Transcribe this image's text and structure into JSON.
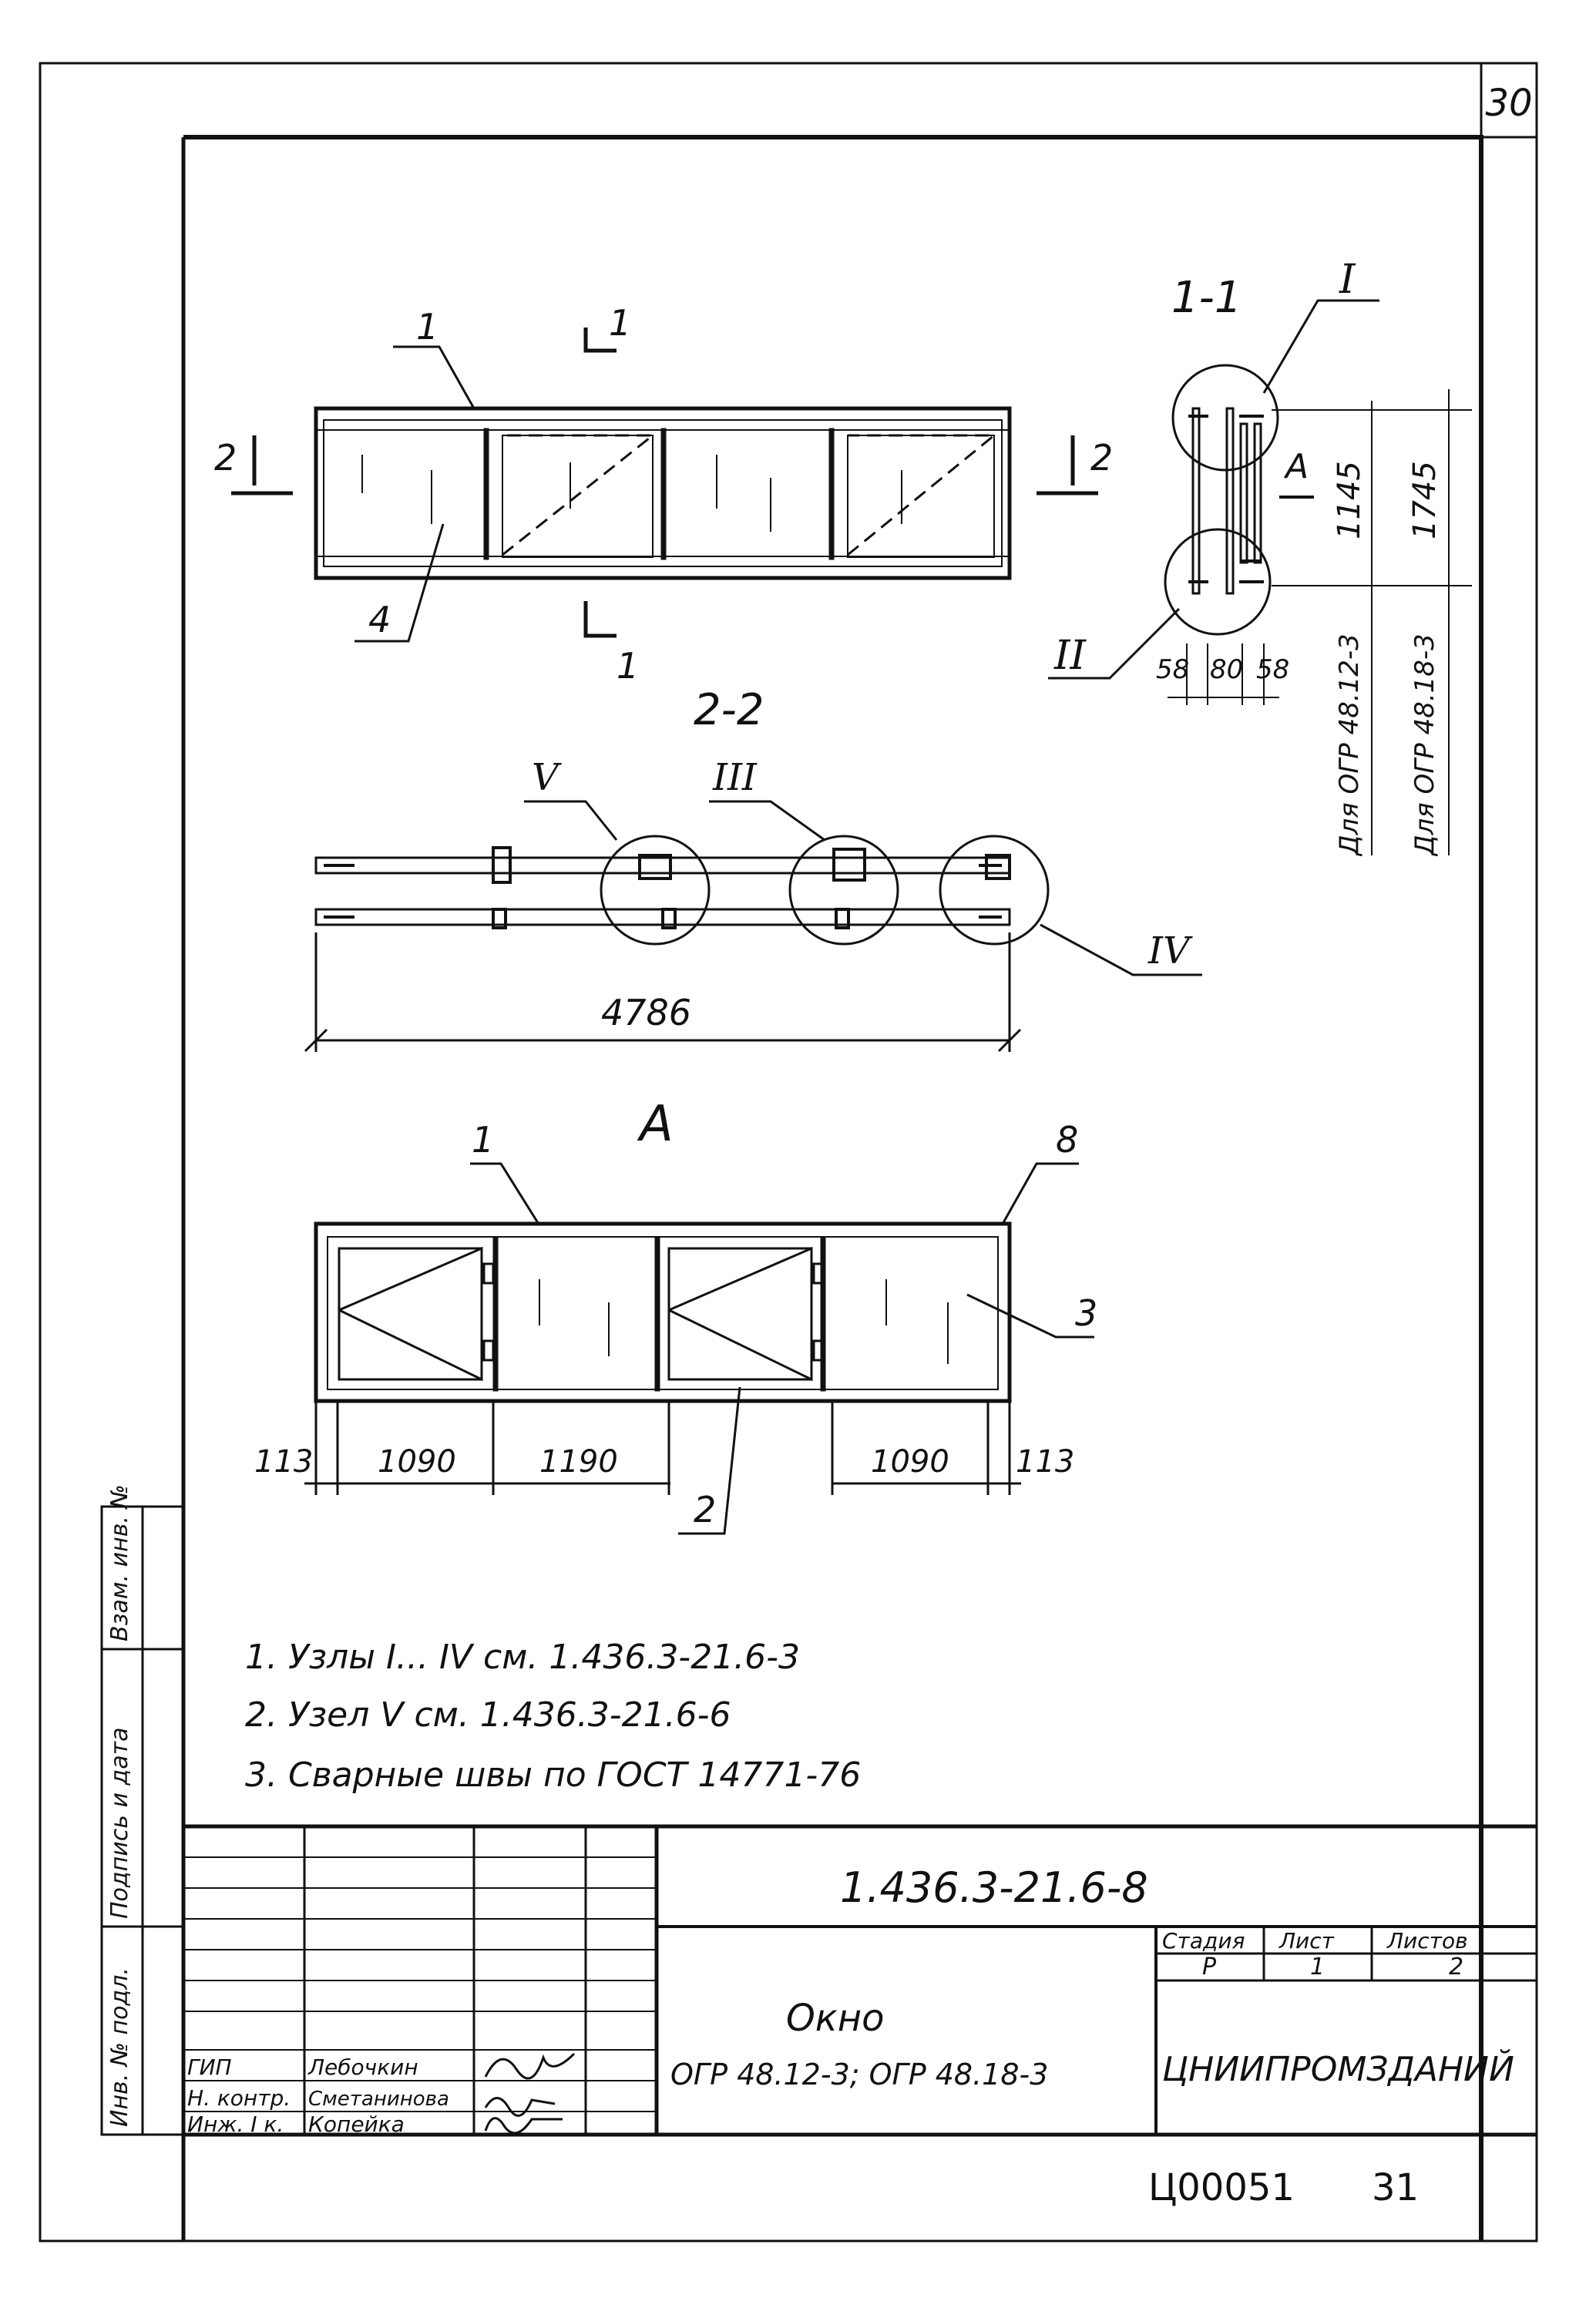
{
  "sheet_number": "30",
  "footer_code": "Ц00051",
  "footer_page": "31",
  "views": {
    "front": {
      "callouts": [
        "1",
        "4"
      ],
      "section_marks": [
        "1",
        "1",
        "2",
        "2"
      ]
    },
    "section_1_1": {
      "title": "1-1",
      "nodes": [
        "I",
        "II"
      ],
      "arrow": "А",
      "dims": [
        "58",
        "80",
        "58",
        "1145",
        "1745"
      ],
      "labels": [
        "Для ОГР 48.12-3",
        "Для ОГР 48.18-3"
      ]
    },
    "section_2_2": {
      "title": "2-2",
      "nodes": [
        "V",
        "III",
        "IV"
      ],
      "length": "4786"
    },
    "view_a": {
      "title": "А",
      "callouts": [
        "1",
        "8",
        "3",
        "2"
      ],
      "dims": [
        "113",
        "1090",
        "1190",
        "1090",
        "113"
      ]
    }
  },
  "notes": [
    "1. Узлы I... IV см. 1.436.3-21.6-3",
    "2. Узел V см. 1.436.3-21.6-6",
    "3. Сварные швы по ГОСТ 14771-76"
  ],
  "side_stamp": [
    "Инв. № подл.",
    "Подпись и дата",
    "Взам. инв. №"
  ],
  "title_block": {
    "document_code": "1.436.3-21.6-8",
    "name": "Окно",
    "subtitle": "ОГР 48.12-3; ОГР 48.18-3",
    "stage_label": "Стадия",
    "sheet_label": "Лист",
    "sheets_label": "Листов",
    "stage": "Р",
    "sheet": "1",
    "sheets": "2",
    "organization": "ЦНИИПРОМЗДАНИЙ",
    "signatures": [
      {
        "role": "ГИП",
        "name": "Лебочкин"
      },
      {
        "role": "Н. контр.",
        "name": "Сметанинова"
      },
      {
        "role": "Инж. I к.",
        "name": "Копейка"
      }
    ]
  }
}
